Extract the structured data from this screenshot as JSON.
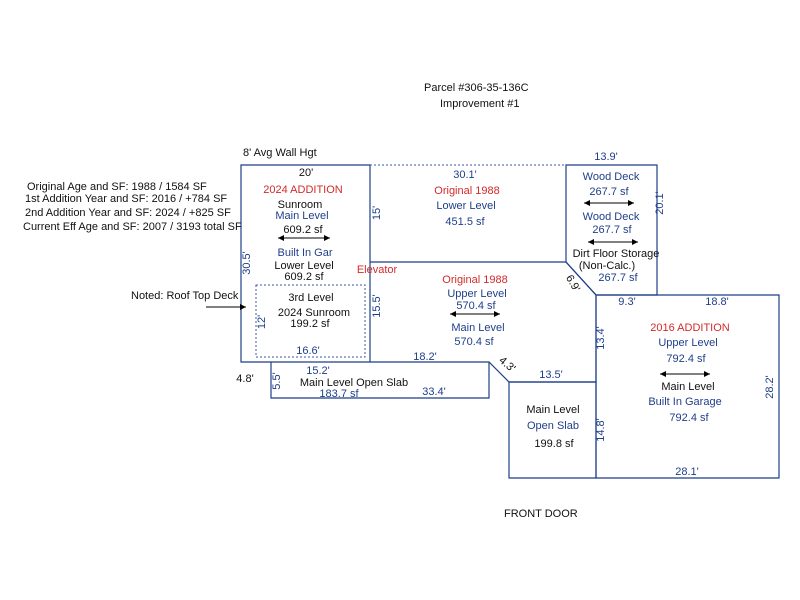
{
  "header": {
    "parcel": "Parcel #306-35-136C",
    "improvement": "Improvement #1"
  },
  "notes": {
    "wall_height": "8' Avg Wall Hgt",
    "original_age_sf": "Original Age and SF:  1988 / 1584 SF",
    "addition1": "1st Addition Year and SF: 2016 / +784 SF",
    "addition2": "2nd Addition Year and SF: 2024 / +825 SF",
    "current_eff": "Current Eff Age and SF: 2007 / 3193 total SF",
    "roof_deck": "Noted: Roof Top Deck",
    "front_door": "FRONT DOOR"
  },
  "areas": {
    "add2024": {
      "title": "2024 ADDITION",
      "l1": "Sunroom",
      "l2": "Main Level",
      "l3": "609.2 sf",
      "l4": "Built In Gar",
      "l5": "Lower Level",
      "l6": "609.2 sf"
    },
    "sunroom3": {
      "l1": "3rd Level",
      "l2": "2024 Sunroom",
      "l3": "199.2 sf"
    },
    "elevator": "Elevator",
    "orig_lower": {
      "title": "Original 1988",
      "l1": "Lower Level",
      "l2": "451.5 sf"
    },
    "orig_upper": {
      "title": "Original 1988",
      "l1": "Upper Level",
      "l2": "570.4 sf",
      "l3": "Main Level",
      "l4": "570.4 sf"
    },
    "deck": {
      "l1": "Wood Deck",
      "l2": "267.7 sf",
      "l3": "Wood Deck",
      "l4": "267.7 sf",
      "l5": "Dirt Floor Storage",
      "l6": "(Non-Calc.)",
      "l7": "267.7 sf"
    },
    "add2016": {
      "title": "2016 ADDITION",
      "l1": "Upper Level",
      "l2": "792.4 sf",
      "l3": "Main Level",
      "l4": "Built In Garage",
      "l5": "792.4 sf"
    },
    "slab1": {
      "l1": "Main Level Open Slab",
      "l2": "183.7 sf"
    },
    "slab2": {
      "l1": "Main Level",
      "l2": "Open Slab",
      "l3": "199.8 sf"
    }
  },
  "dims": {
    "d20": "20'",
    "d30_1": "30.1'",
    "d13_9": "13.9'",
    "d20_1": "20.1'",
    "d15a": "15'",
    "d30_5": "30.5'",
    "d15_5": "15.5'",
    "d12": "12'",
    "d16_6": "16.6'",
    "d6_9": "6.9'",
    "d9_3": "9.3'",
    "d18_8": "18.8'",
    "d13_4": "13.4'",
    "d28_2": "28.2'",
    "d18_2": "18.2'",
    "d4_3": "4.3'",
    "d13_5": "13.5'",
    "d15_2": "15.2'",
    "d4_8": "4.8'",
    "d5_5": "5.5'",
    "d33_4": "33.4'",
    "d14_8": "14.8'",
    "d28_1": "28.1'"
  }
}
